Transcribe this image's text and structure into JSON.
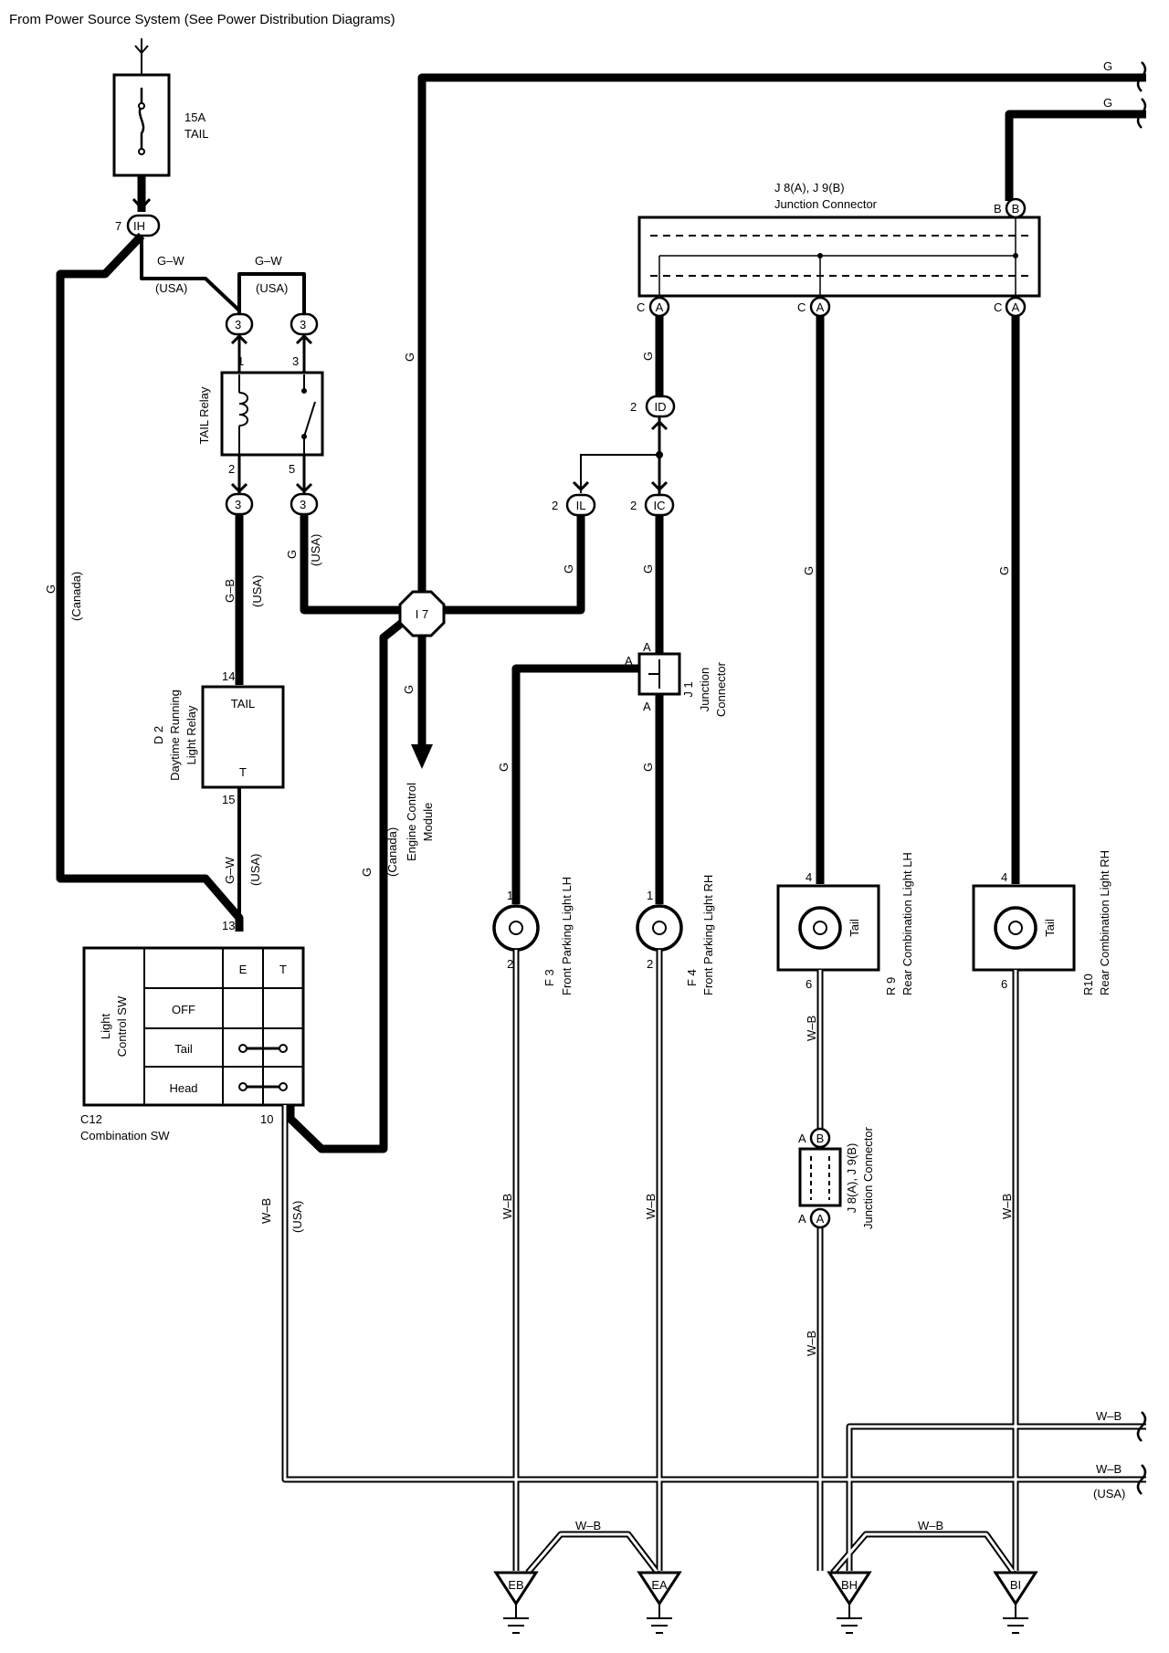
{
  "header": {
    "source_note": "From Power Source System (See Power Distribution Diagrams)"
  },
  "fuse": {
    "rating": "15A",
    "name": "TAIL"
  },
  "connectors": {
    "ih": {
      "pin": "7",
      "code": "IH"
    },
    "ip_upper_a": "3",
    "ip_upper_b": "3",
    "ip_lower_a": "3",
    "ip_lower_b": "3",
    "id": {
      "pin": "2",
      "code": "ID"
    },
    "il": {
      "pin": "2",
      "code": "IL"
    },
    "ic": {
      "pin": "2",
      "code": "IC"
    },
    "i7": "I 7",
    "j8a_pin": "A",
    "j9b_pin": "B"
  },
  "tail_relay": {
    "name": "TAIL Relay",
    "pin1": "1",
    "pin2": "2",
    "pin3": "3",
    "pin5": "5"
  },
  "drl_relay": {
    "name_line1": "D 2",
    "name_line2": "Daytime Running",
    "name_line3": "Light Relay",
    "terminal_top": "TAIL",
    "terminal_bottom": "T",
    "pin_top": "14",
    "pin_bottom": "15"
  },
  "combination_sw": {
    "name_line1": "C12",
    "name_line2": "Combination SW",
    "side_label_1": "Light",
    "side_label_2": "Control SW",
    "col_e": "E",
    "col_t": "T",
    "rows": [
      "OFF",
      "Tail",
      "Head"
    ],
    "pin_top": "13",
    "pin_bottom": "10"
  },
  "junction_top": {
    "line1": "J 8(A), J 9(B)",
    "line2": "Junction Connector",
    "pin_b": "B",
    "pin_c": "C",
    "pin_a": "A"
  },
  "junction_j1": {
    "line1": "J 1",
    "line2": "Junction",
    "line3": "Connector",
    "pin_a": "A"
  },
  "junction_bottom": {
    "line1": "J 8(A), J 9(B)",
    "line2": "Junction Connector",
    "pin_a": "A",
    "pin_b": "B"
  },
  "ecm": {
    "line1": "Engine Control",
    "line2": "Module"
  },
  "lights": {
    "f3": {
      "code": "F 3",
      "name": "Front Parking Light LH",
      "pin_top": "1",
      "pin_bottom": "2"
    },
    "f4": {
      "code": "F 4",
      "name": "Front Parking Light RH",
      "pin_top": "1",
      "pin_bottom": "2"
    },
    "r9": {
      "code": "R 9",
      "name": "Rear Combination Light LH",
      "pin_top": "4",
      "pin_bottom": "6",
      "bulb": "Tail"
    },
    "r10": {
      "code": "R10",
      "name": "Rear Combination Light RH",
      "pin_top": "4",
      "pin_bottom": "6",
      "bulb": "Tail"
    }
  },
  "grounds": [
    "EB",
    "EA",
    "BH",
    "BI"
  ],
  "wire_colors": {
    "g": "G",
    "gw": "G–W",
    "gb": "G–B",
    "wb": "W–B"
  },
  "region_tags": {
    "usa": "(USA)",
    "canada": "(Canada)"
  }
}
